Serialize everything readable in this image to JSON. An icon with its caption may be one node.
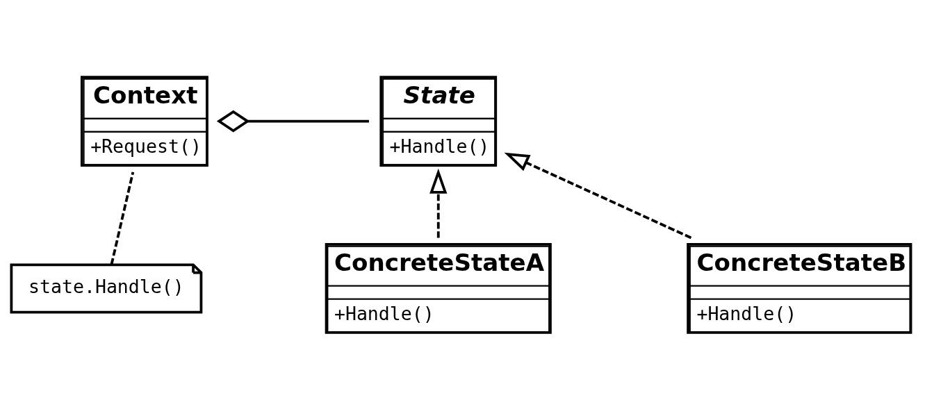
{
  "diagram": {
    "nodes": [
      {
        "text": [
          "Context",
          "+Request()"
        ]
      },
      {
        "text": [
          "State",
          "+Handle()"
        ]
      },
      {
        "text": [
          "ConcreteStateA",
          "+Handle()"
        ]
      },
      {
        "text": [
          "ConcreteStateB",
          "+Handle()"
        ]
      },
      {
        "text": [
          "state.Handle()"
        ]
      }
    ],
    "edges": [
      {
        "from": 0,
        "to": 1,
        "arrow": "other"
      },
      {
        "from": 2,
        "to": 1,
        "arrow": "to",
        "style": "dashed"
      },
      {
        "from": 3,
        "to": 1,
        "arrow": "to",
        "style": "dashed"
      },
      {
        "from": 4,
        "to": 0,
        "arrow": "none",
        "style": "dashed"
      }
    ]
  }
}
